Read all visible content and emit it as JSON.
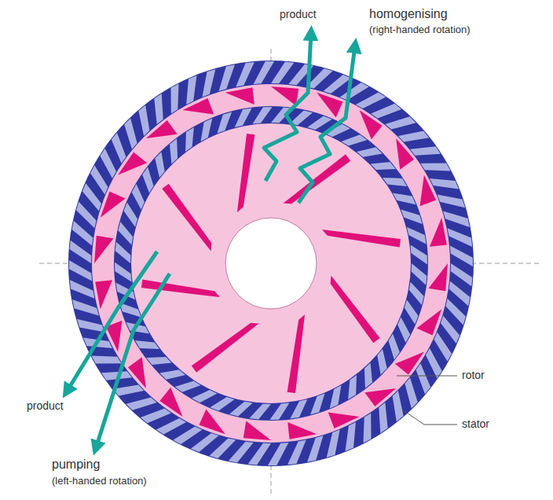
{
  "diagram": {
    "labels": [
      "product",
      "homogenising",
      "(right-handed rotation)",
      "product",
      "pumping",
      "(left-handed rotation)",
      "rotor",
      "stator"
    ]
  }
}
